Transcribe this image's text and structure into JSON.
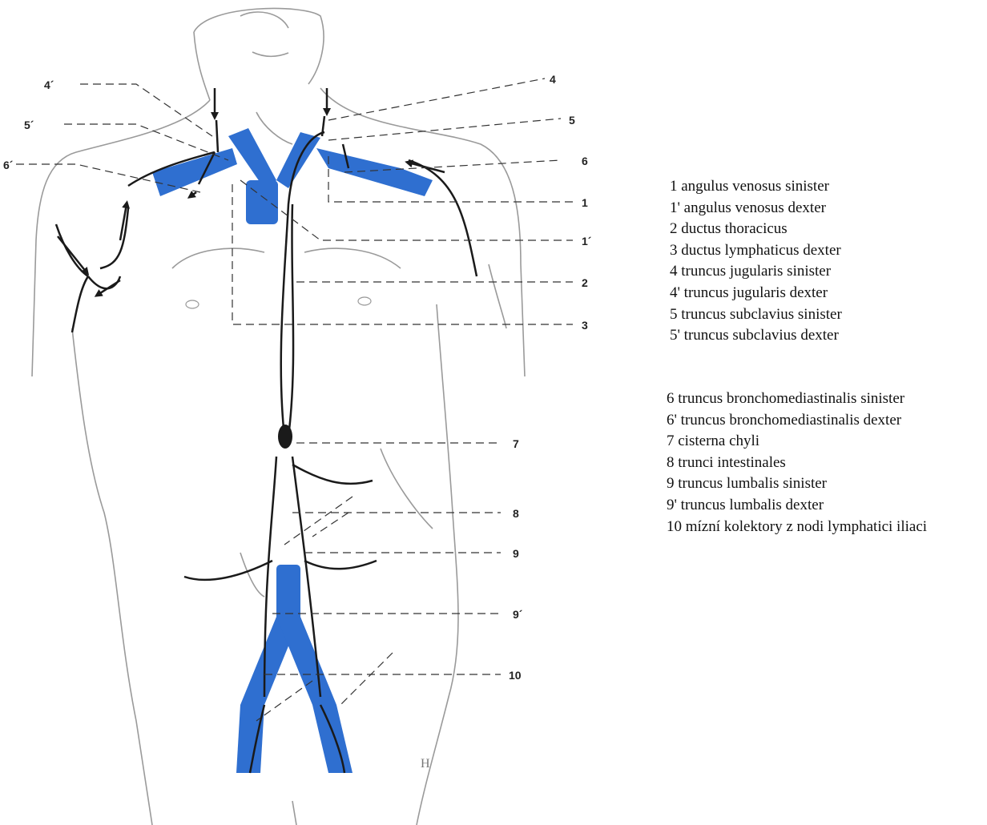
{
  "labels": {
    "l4p": "4´",
    "l5p": "5´",
    "l6p": "6´",
    "l4": "4",
    "l5": "5",
    "l6": "6",
    "l1": "1",
    "l1p": "1´",
    "l2": "2",
    "l3": "3",
    "l7": "7",
    "l8": "8",
    "l9": "9",
    "l9p": "9´",
    "l10": "10",
    "sig": "H"
  },
  "legend_top": [
    "1  angulus venosus sinister",
    "1' angulus venosus dexter",
    "2  ductus thoracicus",
    "3  ductus lymphaticus dexter",
    "4  truncus jugularis sinister",
    "4' truncus jugularis dexter",
    "5  truncus subclavius sinister",
    "5' truncus subclavius dexter"
  ],
  "legend_bottom": [
    "6 truncus bronchomediastinalis sinister",
    "6' truncus bronchomediastinalis dexter",
    "7 cisterna chyli",
    "8 trunci intestinales",
    "9 truncus lumbalis sinister",
    "9' truncus lumbalis dexter",
    "10 mízní kolektory z nodi lymphatici iliaci"
  ],
  "colors": {
    "vein": "#2f6fd0",
    "outline": "#9a9a9a",
    "duct": "#1a1a1a"
  }
}
